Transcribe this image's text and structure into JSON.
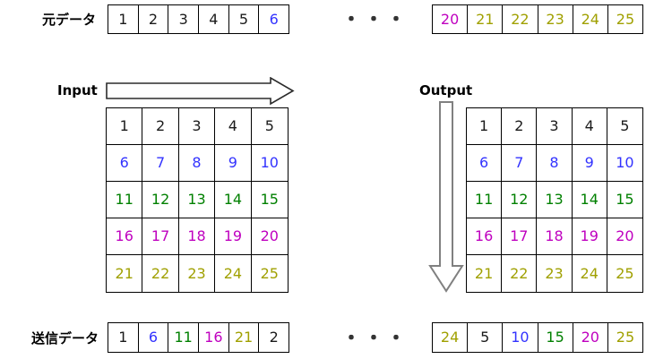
{
  "palette": {
    "black": "#1a1a1a",
    "blue": "#3333ff",
    "green": "#008000",
    "magenta": "#bf00bf",
    "olive": "#a0a000",
    "arrow_gray": "#808080",
    "line_black": "#000000"
  },
  "source_row": {
    "label": "元データ",
    "ellipsis": "・・・",
    "left_cells": [
      {
        "value": "1",
        "color": "black"
      },
      {
        "value": "2",
        "color": "black"
      },
      {
        "value": "3",
        "color": "black"
      },
      {
        "value": "4",
        "color": "black"
      },
      {
        "value": "5",
        "color": "black"
      },
      {
        "value": "6",
        "color": "blue"
      }
    ],
    "right_cells": [
      {
        "value": "20",
        "color": "magenta"
      },
      {
        "value": "21",
        "color": "olive"
      },
      {
        "value": "22",
        "color": "olive"
      },
      {
        "value": "23",
        "color": "olive"
      },
      {
        "value": "24",
        "color": "olive"
      },
      {
        "value": "25",
        "color": "olive"
      }
    ]
  },
  "input_block": {
    "label": "Input",
    "arrow_direction": "right",
    "matrix": [
      [
        {
          "value": "1",
          "color": "black"
        },
        {
          "value": "2",
          "color": "black"
        },
        {
          "value": "3",
          "color": "black"
        },
        {
          "value": "4",
          "color": "black"
        },
        {
          "value": "5",
          "color": "black"
        }
      ],
      [
        {
          "value": "6",
          "color": "blue"
        },
        {
          "value": "7",
          "color": "blue"
        },
        {
          "value": "8",
          "color": "blue"
        },
        {
          "value": "9",
          "color": "blue"
        },
        {
          "value": "10",
          "color": "blue"
        }
      ],
      [
        {
          "value": "11",
          "color": "green"
        },
        {
          "value": "12",
          "color": "green"
        },
        {
          "value": "13",
          "color": "green"
        },
        {
          "value": "14",
          "color": "green"
        },
        {
          "value": "15",
          "color": "green"
        }
      ],
      [
        {
          "value": "16",
          "color": "magenta"
        },
        {
          "value": "17",
          "color": "magenta"
        },
        {
          "value": "18",
          "color": "magenta"
        },
        {
          "value": "19",
          "color": "magenta"
        },
        {
          "value": "20",
          "color": "magenta"
        }
      ],
      [
        {
          "value": "21",
          "color": "olive"
        },
        {
          "value": "22",
          "color": "olive"
        },
        {
          "value": "23",
          "color": "olive"
        },
        {
          "value": "24",
          "color": "olive"
        },
        {
          "value": "25",
          "color": "olive"
        }
      ]
    ]
  },
  "output_block": {
    "label": "Output",
    "arrow_direction": "down",
    "matrix": [
      [
        {
          "value": "1",
          "color": "black"
        },
        {
          "value": "2",
          "color": "black"
        },
        {
          "value": "3",
          "color": "black"
        },
        {
          "value": "4",
          "color": "black"
        },
        {
          "value": "5",
          "color": "black"
        }
      ],
      [
        {
          "value": "6",
          "color": "blue"
        },
        {
          "value": "7",
          "color": "blue"
        },
        {
          "value": "8",
          "color": "blue"
        },
        {
          "value": "9",
          "color": "blue"
        },
        {
          "value": "10",
          "color": "blue"
        }
      ],
      [
        {
          "value": "11",
          "color": "green"
        },
        {
          "value": "12",
          "color": "green"
        },
        {
          "value": "13",
          "color": "green"
        },
        {
          "value": "14",
          "color": "green"
        },
        {
          "value": "15",
          "color": "green"
        }
      ],
      [
        {
          "value": "16",
          "color": "magenta"
        },
        {
          "value": "17",
          "color": "magenta"
        },
        {
          "value": "18",
          "color": "magenta"
        },
        {
          "value": "19",
          "color": "magenta"
        },
        {
          "value": "20",
          "color": "magenta"
        }
      ],
      [
        {
          "value": "21",
          "color": "olive"
        },
        {
          "value": "22",
          "color": "olive"
        },
        {
          "value": "23",
          "color": "olive"
        },
        {
          "value": "24",
          "color": "olive"
        },
        {
          "value": "25",
          "color": "olive"
        }
      ]
    ]
  },
  "transmit_row": {
    "label": "送信データ",
    "ellipsis": "・・・",
    "left_cells": [
      {
        "value": "1",
        "color": "black"
      },
      {
        "value": "6",
        "color": "blue"
      },
      {
        "value": "11",
        "color": "green"
      },
      {
        "value": "16",
        "color": "magenta"
      },
      {
        "value": "21",
        "color": "olive"
      },
      {
        "value": "2",
        "color": "black"
      }
    ],
    "right_cells": [
      {
        "value": "24",
        "color": "olive"
      },
      {
        "value": "5",
        "color": "black"
      },
      {
        "value": "10",
        "color": "blue"
      },
      {
        "value": "15",
        "color": "green"
      },
      {
        "value": "20",
        "color": "magenta"
      },
      {
        "value": "25",
        "color": "olive"
      }
    ]
  }
}
